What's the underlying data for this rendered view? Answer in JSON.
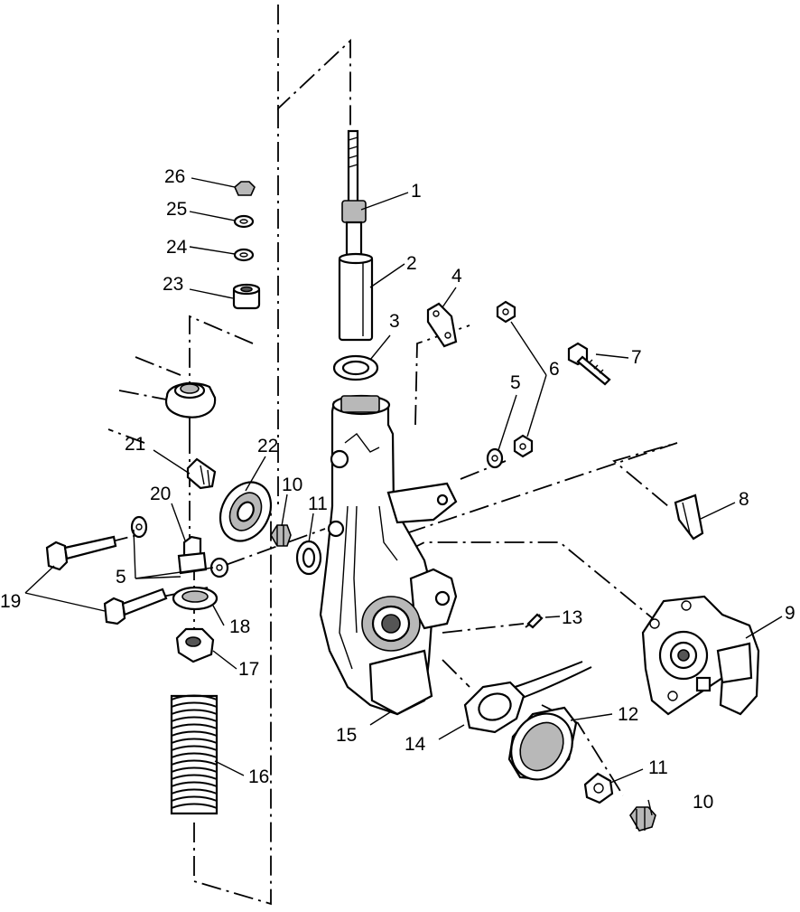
{
  "callouts": {
    "c1": "1",
    "c2": "2",
    "c3": "3",
    "c4": "4",
    "c5a": "5",
    "c5b": "5",
    "c6": "6",
    "c7": "7",
    "c8": "8",
    "c9": "9",
    "c10a": "10",
    "c10b": "10",
    "c11a": "11",
    "c11b": "11",
    "c12": "12",
    "c13": "13",
    "c14": "14",
    "c15": "15",
    "c16": "16",
    "c17": "17",
    "c18": "18",
    "c19": "19",
    "c20": "20",
    "c21": "21",
    "c22": "22",
    "c23": "23",
    "c24": "24",
    "c25": "25",
    "c26": "26"
  },
  "parts": [
    "strut-shaft",
    "strut-body",
    "strut-seal-washer",
    "bracket",
    "washer",
    "nut",
    "bolt",
    "brake-pad",
    "brake-caliper",
    "castle-nut",
    "washer",
    "bearing-cup",
    "cotter-pin",
    "dust-seal",
    "spindle",
    "spring",
    "spring-seat-nut",
    "spring-retainer",
    "bolt",
    "ball-joint-nut",
    "grease-fitting",
    "seal",
    "bushing",
    "washer",
    "washer",
    "lock-nut"
  ]
}
